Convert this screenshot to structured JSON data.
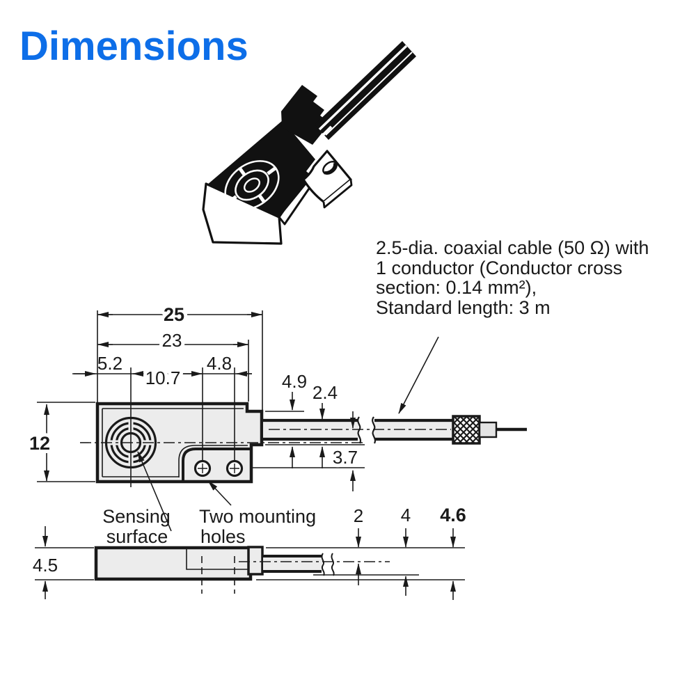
{
  "title": "Dimensions",
  "colors": {
    "accent": "#0d6ee8",
    "line": "#1a1a1a",
    "body_fill": "#ececec"
  },
  "cable_note": {
    "lines": [
      "2.5-dia. coaxial cable (50 Ω) with",
      "1 conductor (Conductor cross",
      "section: 0.14 mm²),",
      "Standard length: 3 m"
    ]
  },
  "front_view": {
    "dim_overall_width": "25",
    "dim_body_width": "23",
    "dim_left_offset": "5.2",
    "dim_center_to_hole": "10.7",
    "dim_hole_spacing": "4.8",
    "dim_step_height": "4.9",
    "dim_cable_dia": "2.4",
    "dim_cable_offset": "3.7",
    "dim_body_height": "12",
    "label_sensing_line1": "Sensing",
    "label_sensing_line2": "surface",
    "label_holes_line1": "Two mounting",
    "label_holes_line2": "holes"
  },
  "side_view": {
    "dim_thickness": "4.5",
    "dim_cable_center": "2",
    "dim_flange": "4",
    "dim_overall": "4.6"
  }
}
